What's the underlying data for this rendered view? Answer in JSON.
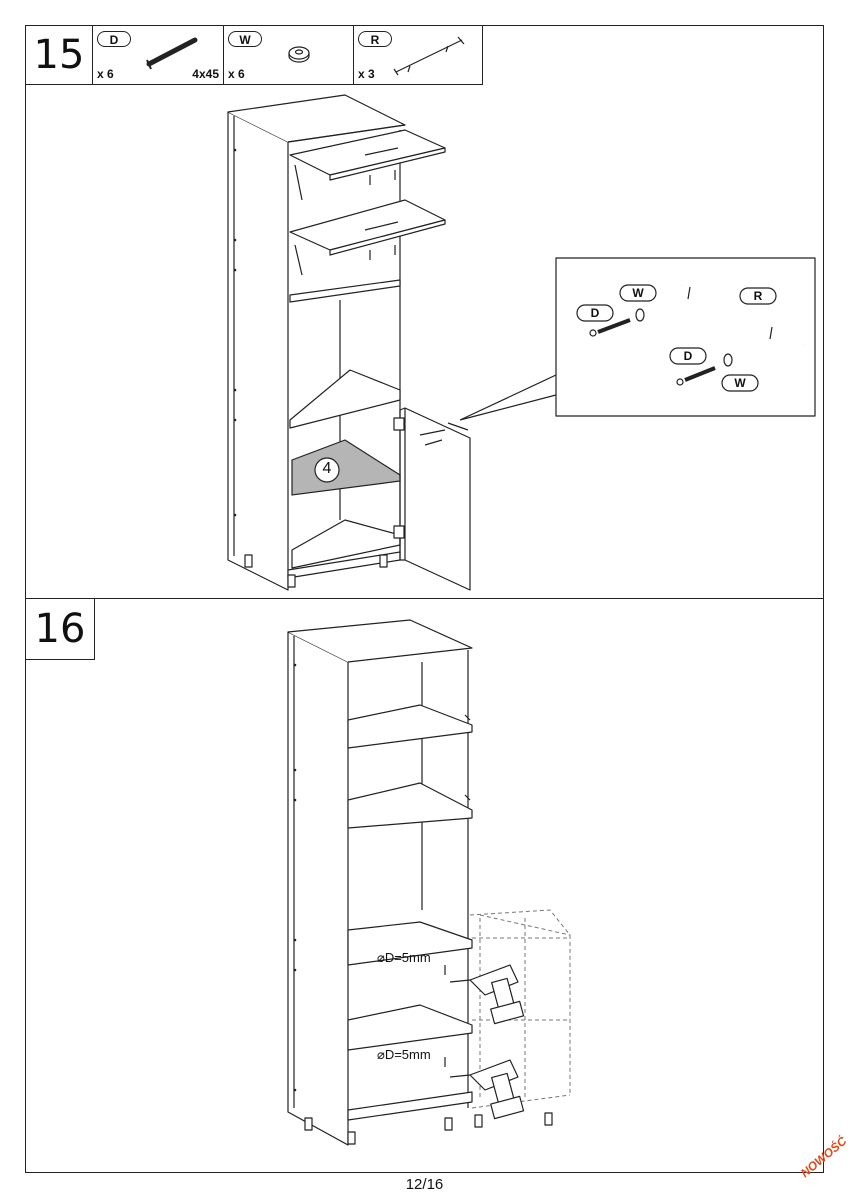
{
  "step15": {
    "number": "15",
    "parts": [
      {
        "label": "D",
        "qty": "x 6",
        "size": "4x45"
      },
      {
        "label": "W",
        "qty": "x 6"
      },
      {
        "label": "R",
        "qty": "x 3"
      }
    ],
    "shelf_callout": "4",
    "detail": {
      "labels": [
        "D",
        "W",
        "R",
        "D",
        "W"
      ]
    }
  },
  "step16": {
    "number": "16",
    "drill_labels": [
      "⌀D=5mm",
      "⌀D=5mm"
    ]
  },
  "footer": {
    "page": "12/16",
    "stamp": "NOWOŚĆ"
  },
  "icons": [
    "screw-icon",
    "washer-icon",
    "handle-icon",
    "drill-icon",
    "hinge-icon",
    "leg-icon"
  ]
}
